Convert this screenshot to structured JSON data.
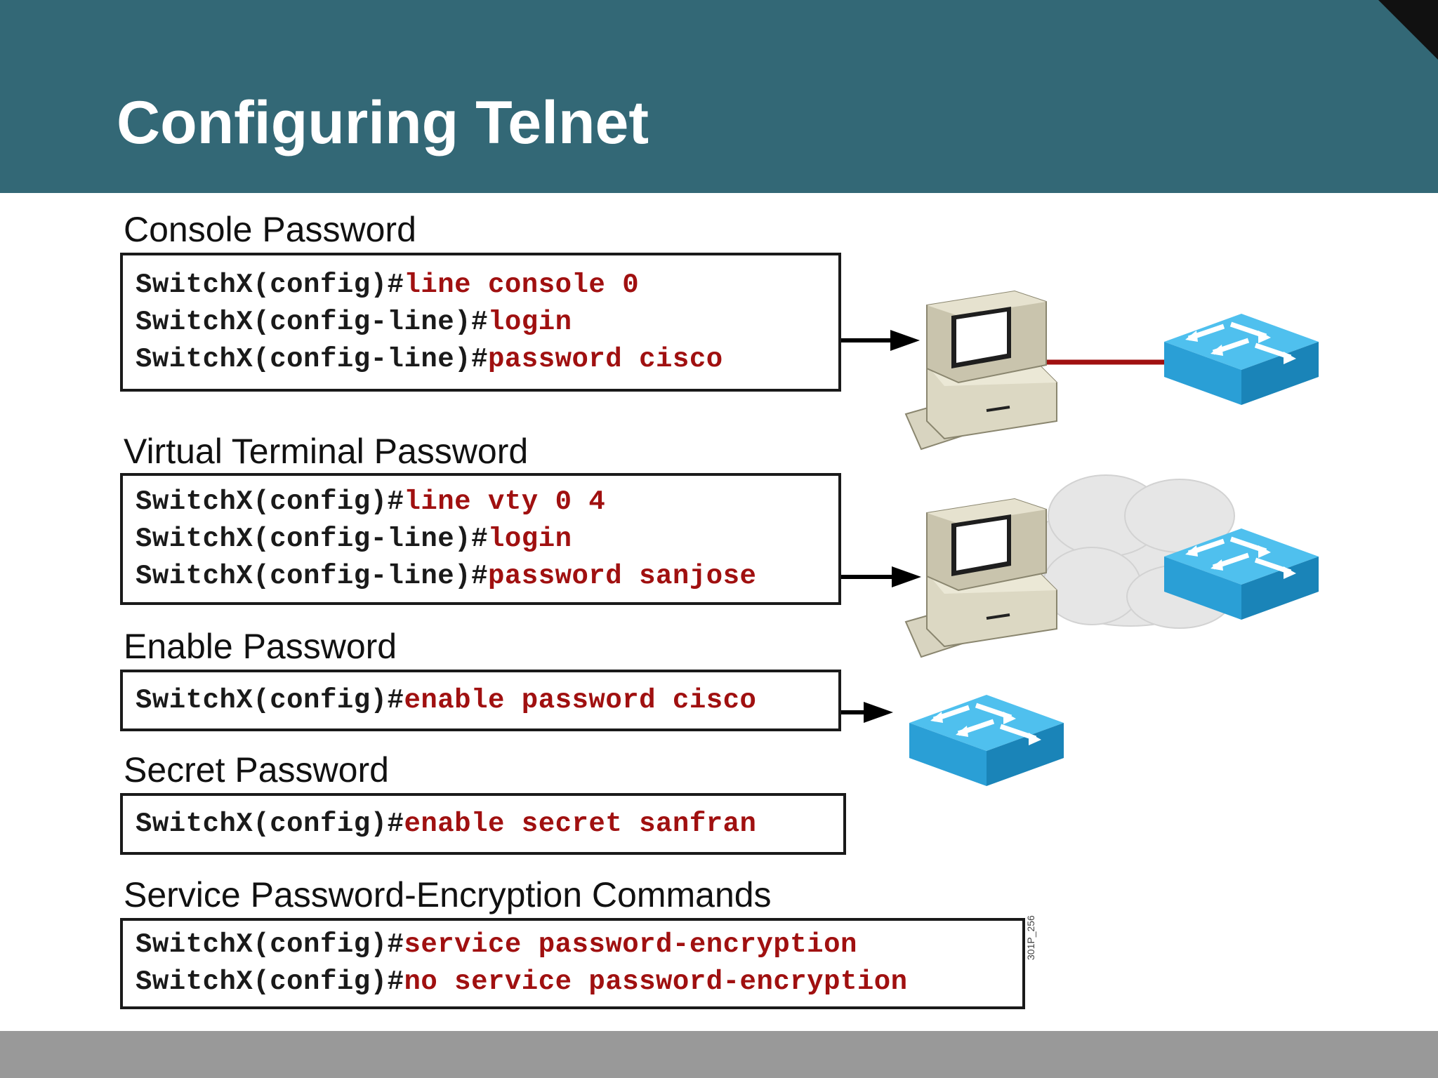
{
  "slide": {
    "title": "Configuring Telnet",
    "figure_id": "301P_256",
    "colors": {
      "header": "#336876",
      "footer": "#999999",
      "command_input": "#a01010",
      "switch": "#2a9fd6"
    }
  },
  "sections": [
    {
      "heading": "Console Password",
      "lines": [
        {
          "prompt": "SwitchX(config)#",
          "input": "line console 0"
        },
        {
          "prompt": "SwitchX(config-line)#",
          "input": "login"
        },
        {
          "prompt": "SwitchX(config-line)#",
          "input": "password cisco"
        }
      ]
    },
    {
      "heading": "Virtual Terminal Password",
      "lines": [
        {
          "prompt": "SwitchX(config)#",
          "input": "line vty 0 4"
        },
        {
          "prompt": "SwitchX(config-line)#",
          "input": "login"
        },
        {
          "prompt": "SwitchX(config-line)#",
          "input": "password sanjose"
        }
      ]
    },
    {
      "heading": "Enable Password",
      "lines": [
        {
          "prompt": "SwitchX(config)#",
          "input": "enable password cisco"
        }
      ]
    },
    {
      "heading": "Secret Password",
      "lines": [
        {
          "prompt": "SwitchX(config)#",
          "input": "enable secret sanfran"
        }
      ]
    },
    {
      "heading": "Service Password-Encryption Commands",
      "lines": [
        {
          "prompt": "SwitchX(config)#",
          "input": "service password-encryption"
        },
        {
          "prompt": "SwitchX(config)#",
          "input": "no service password-encryption"
        }
      ]
    }
  ],
  "illustrations": [
    {
      "icon": "pc-icon",
      "connection": "console-cable",
      "target": "switch-icon"
    },
    {
      "icon": "pc-icon",
      "connection": "network-cloud",
      "target": "switch-icon"
    },
    {
      "icon": "switch-icon"
    }
  ]
}
